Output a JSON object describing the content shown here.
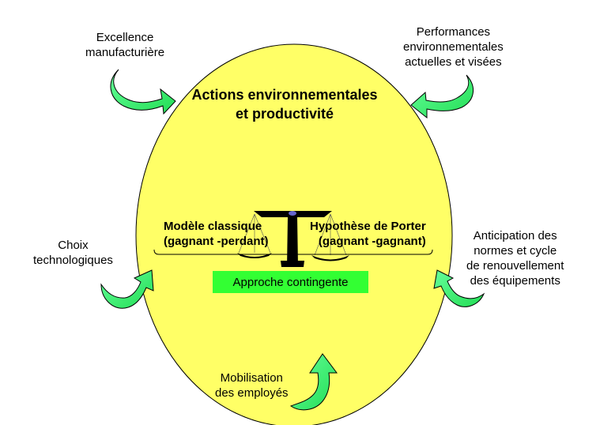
{
  "center": {
    "title_line1": "Actions environnementales",
    "title_line2": "et productivité",
    "left_model_line1": "Modèle classique",
    "left_model_line2": "(gagnant -perdant)",
    "right_model_line1": "Hypothèse de Porter",
    "right_model_line2": "(gagnant -gagnant)",
    "approach": "Approche contingente"
  },
  "factors": [
    {
      "lines": [
        "Excellence",
        "manufacturière"
      ]
    },
    {
      "lines": [
        "Performances",
        "environnementales",
        "actuelles et visées"
      ]
    },
    {
      "lines": [
        "Choix",
        "technologiques"
      ]
    },
    {
      "lines": [
        "Anticipation des",
        "normes et cycle",
        "de renouvellement",
        "des équipements"
      ]
    },
    {
      "lines": [
        "Mobilisation",
        "des employés"
      ]
    }
  ],
  "colors": {
    "circle_fill": "#ffff66",
    "arrow_fill": "#33ff66",
    "approach_fill": "#33ff33",
    "scale_color": "#000000",
    "pivot_color": "#6666cc"
  }
}
